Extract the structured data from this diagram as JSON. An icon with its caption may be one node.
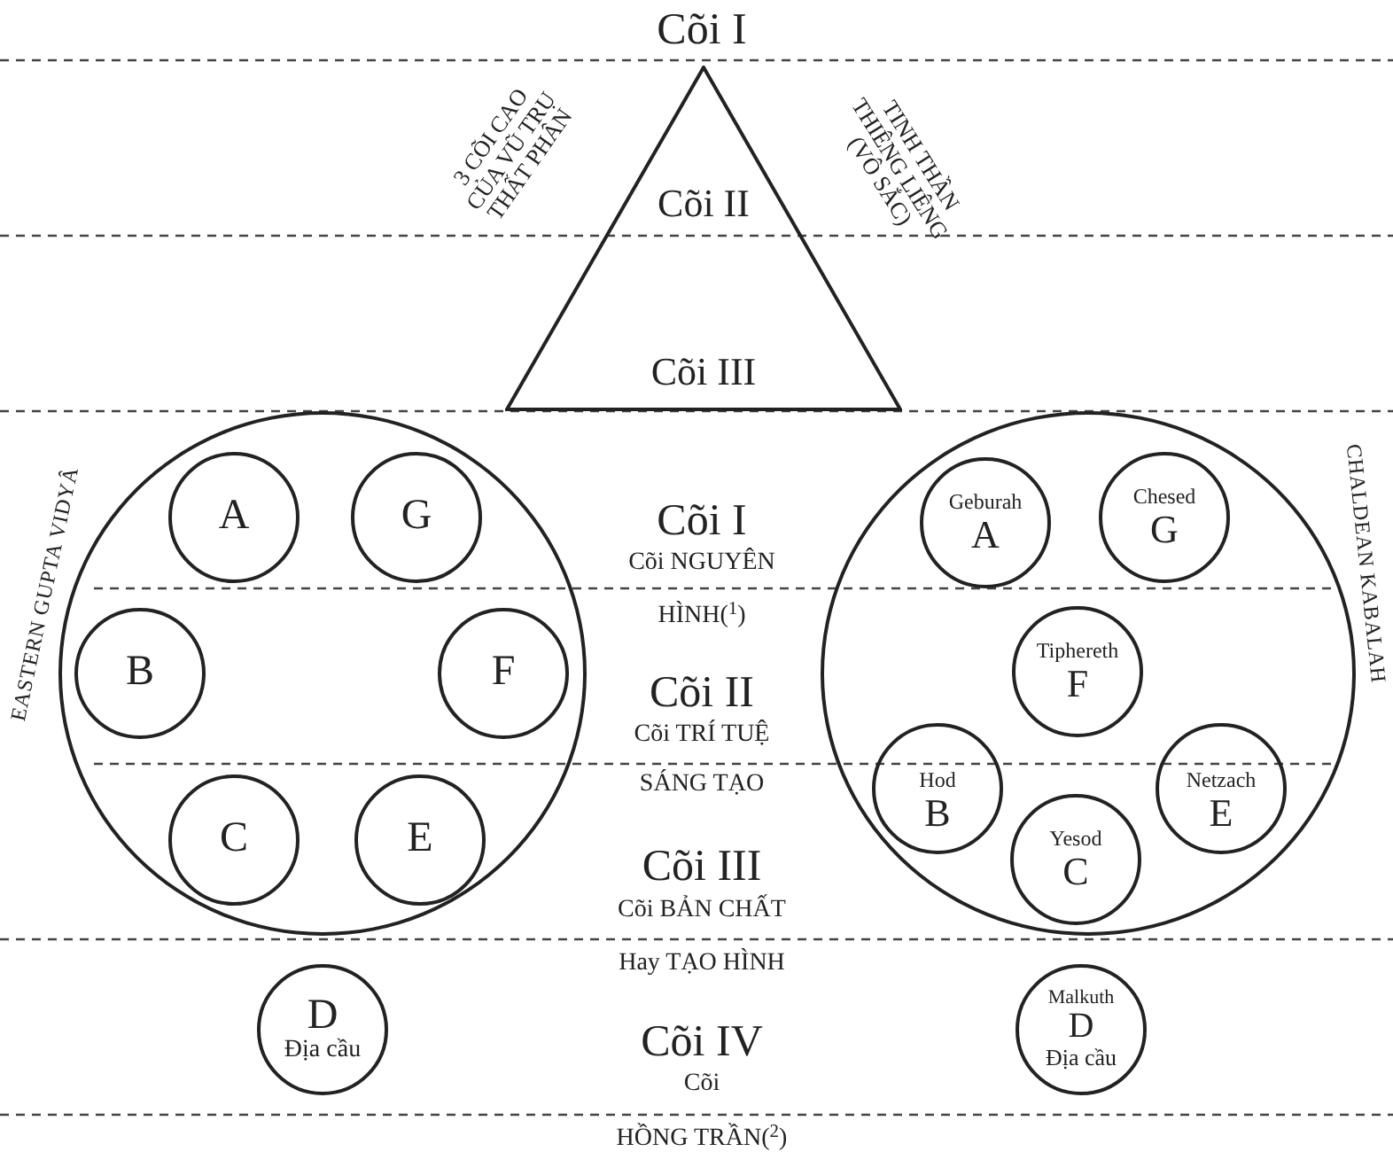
{
  "diagram": {
    "nodes": [
      {
        "text": [
          "Cõi II",
          "Cõi III"
        ]
      },
      {
        "text": [],
        "shape": "circle",
        "beside": [
          "EASTERN GUPTA VIDYÂ"
        ]
      },
      {
        "text": [
          "A"
        ],
        "in": 1
      },
      {
        "text": [
          "G"
        ],
        "in": 1
      },
      {
        "text": [
          "B"
        ],
        "in": 1
      },
      {
        "text": [
          "F"
        ],
        "in": 1
      },
      {
        "text": [
          "C"
        ],
        "in": 1
      },
      {
        "text": [
          "E"
        ],
        "in": 1
      },
      {
        "text": [],
        "shape": "circle",
        "beside": [
          "CHALDEAN KABALAH"
        ]
      },
      {
        "text": [
          "Geburah",
          "A"
        ],
        "in": 8
      },
      {
        "text": [
          "Chesed",
          "G"
        ],
        "in": 8
      },
      {
        "text": [
          "Tiphereth",
          "F"
        ],
        "in": 8
      },
      {
        "text": [
          "Hod",
          "B"
        ],
        "in": 8
      },
      {
        "text": [
          "Netzach",
          "E"
        ],
        "in": 8
      },
      {
        "text": [
          "Yesod",
          "C"
        ],
        "in": 8
      },
      {
        "text": [
          "D",
          "Địa cầu"
        ]
      },
      {
        "text": [
          "Malkuth",
          "D",
          "Địa cầu"
        ]
      }
    ],
    "labels": [
      "Cõi I",
      "3 CÕI CAO CỦA VŨ TRỤ THẤT PHÂN",
      "TINH THẦN THIÊNG LIÊNG (VÔ SẮC)",
      "Cõi I",
      "Cõi NGUYÊN HÌNH($^{1}$)",
      "Cõi II",
      "Cõi TRÍ TUỆ SÁNG TẠO",
      "Cõi III",
      "Cõi BẢN CHẤT Hay TẠO HÌNH",
      "Cõi IV",
      "Cõi HỒNG TRẦN($^{2}$)"
    ]
  }
}
